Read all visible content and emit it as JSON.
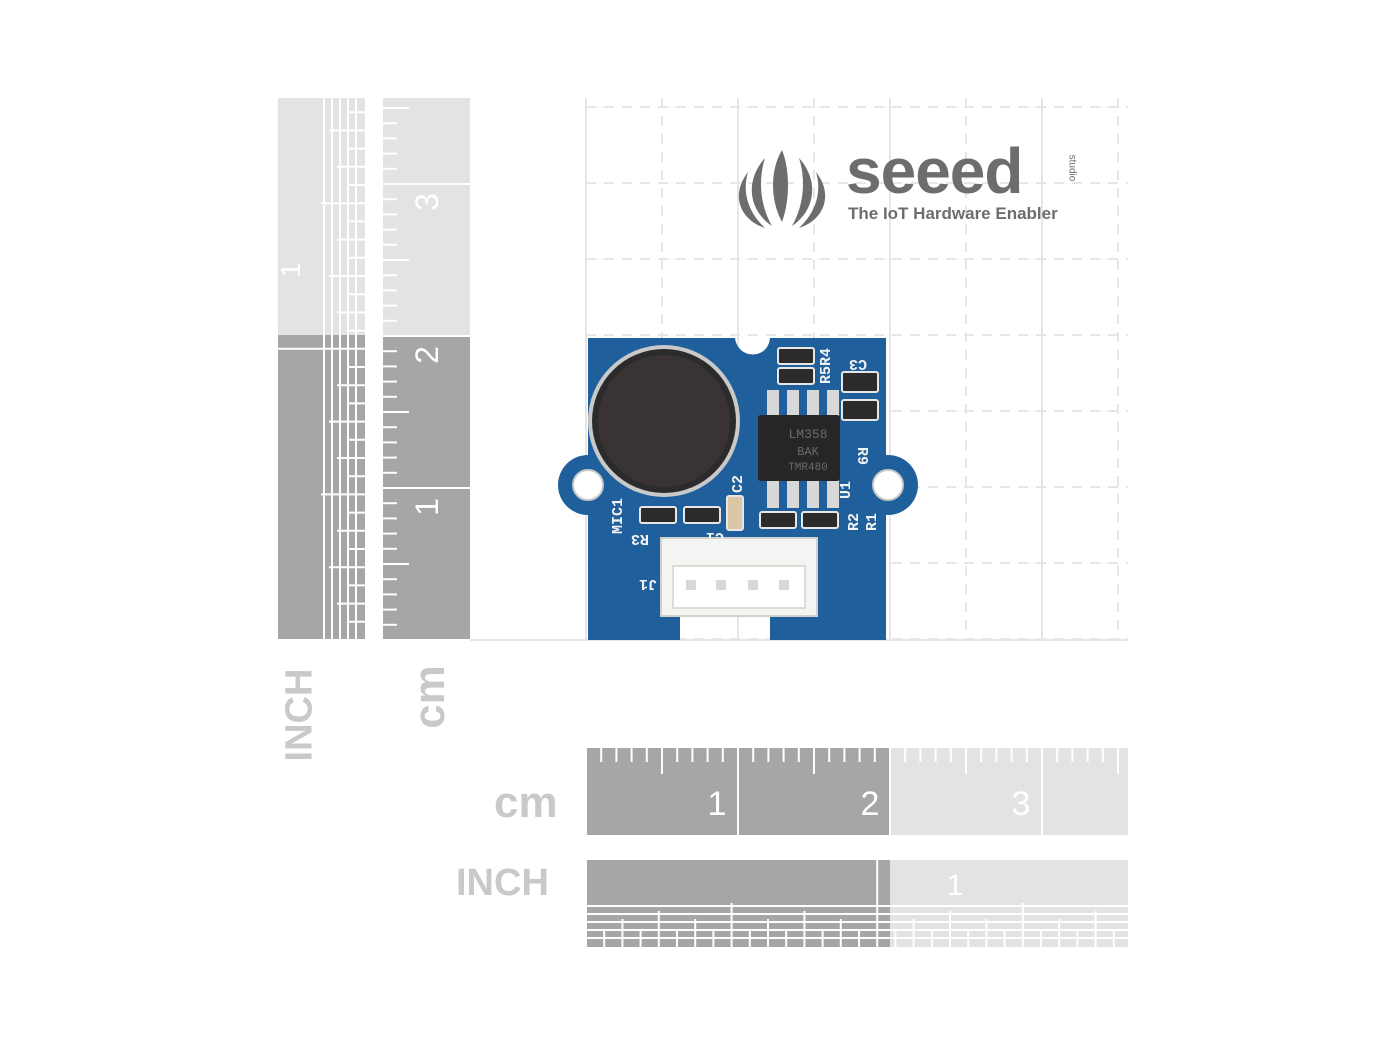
{
  "rulers": {
    "left_inch": {
      "unit_label": "INCH",
      "tick_labels": [
        "1"
      ]
    },
    "left_cm": {
      "unit_label": "cm",
      "tick_labels": [
        "1",
        "2",
        "3"
      ]
    },
    "bottom_cm": {
      "unit_label": "cm",
      "tick_labels": [
        "1",
        "2",
        "3"
      ]
    },
    "bottom_inch": {
      "unit_label": "INCH",
      "tick_labels": [
        "1"
      ]
    }
  },
  "brand": {
    "name": "seeed",
    "sub": "studio",
    "tagline": "The IoT Hardware Enabler"
  },
  "board": {
    "color": "#1f5f9c",
    "silkscreen": {
      "mic": "MIC1",
      "c2": "C2",
      "c3": "C3",
      "r5r4": "R5R4",
      "r9": "R9",
      "u1": "U1",
      "r2": "R2",
      "r1": "R1",
      "r3": "R3",
      "c1": "C1",
      "j1": "J1"
    },
    "chip_marking": [
      "LM358",
      "BAK",
      "TMR480"
    ]
  },
  "colors": {
    "ruler_dark": "#a6a6a6",
    "ruler_light": "#e3e3e3",
    "label_gray": "#c9c9c9",
    "grid": "#e6e6e6",
    "logo_gray": "#6d6d6d"
  }
}
